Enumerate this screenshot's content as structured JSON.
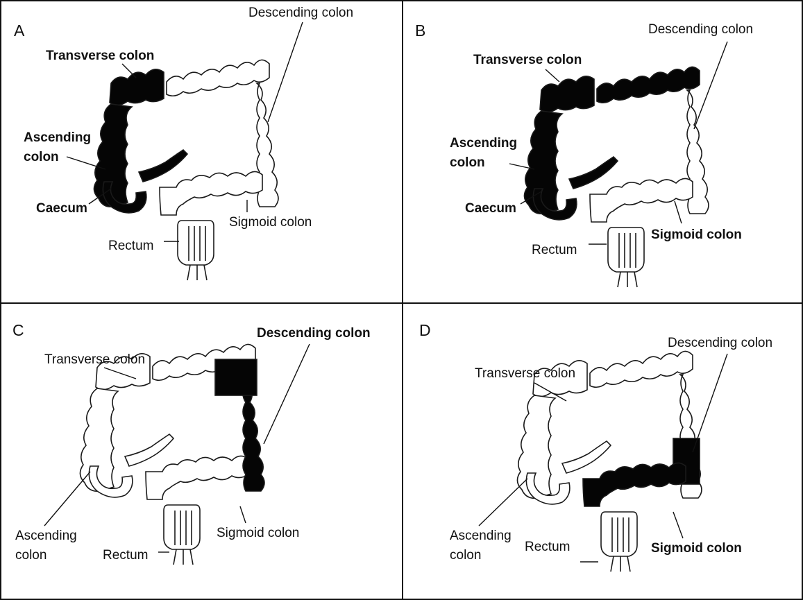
{
  "figure": {
    "panels": [
      {
        "letter": "A",
        "labels": {
          "transverse": "Transverse colon",
          "descending": "Descending colon",
          "ascending_line1": "Ascending",
          "ascending_line2": "colon",
          "caecum": "Caecum",
          "sigmoid": "Sigmoid colon",
          "rectum": "Rectum"
        },
        "shaded_segments": [
          "caecum",
          "ascending",
          "transverse-proximal"
        ],
        "bold_labels": [
          "transverse",
          "ascending",
          "caecum"
        ]
      },
      {
        "letter": "B",
        "labels": {
          "transverse": "Transverse colon",
          "descending": "Descending colon",
          "ascending_line1": "Ascending",
          "ascending_line2": "colon",
          "caecum": "Caecum",
          "sigmoid": "Sigmoid colon",
          "rectum": "Rectum"
        },
        "shaded_segments": [
          "caecum",
          "ascending",
          "transverse"
        ],
        "bold_labels": [
          "transverse",
          "ascending",
          "caecum",
          "sigmoid"
        ]
      },
      {
        "letter": "C",
        "labels": {
          "transverse": "Transverse colon",
          "descending": "Descending colon",
          "ascending_line1": "Ascending",
          "ascending_line2": "colon",
          "sigmoid": "Sigmoid colon",
          "rectum": "Rectum"
        },
        "shaded_segments": [
          "splenic-flexure",
          "descending"
        ],
        "bold_labels": [
          "descending"
        ]
      },
      {
        "letter": "D",
        "labels": {
          "transverse": "Transverse colon",
          "descending": "Descending colon",
          "ascending_line1": "Ascending",
          "ascending_line2": "colon",
          "sigmoid": "Sigmoid colon",
          "rectum": "Rectum"
        },
        "shaded_segments": [
          "distal-descending",
          "sigmoid"
        ],
        "bold_labels": [
          "sigmoid"
        ]
      }
    ],
    "colors": {
      "border": "#111111",
      "shade": "#050505",
      "outline": "#1a1a1a",
      "background": "#ffffff"
    }
  }
}
